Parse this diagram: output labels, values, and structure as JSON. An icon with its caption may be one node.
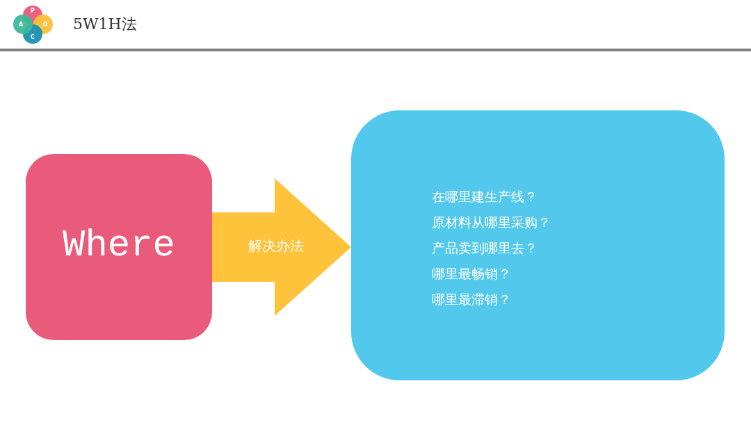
{
  "diagram": {
    "title": "5W1H法",
    "nodes": [
      {
        "text": [
          "Where"
        ]
      },
      {
        "text": [
          "在哪里建生产线？",
          "原材料从哪里采购？",
          "产品卖到哪里去？",
          "哪里最畅销？",
          "哪里最滞销？"
        ]
      }
    ],
    "edges": [
      {
        "from": 0,
        "to": 1,
        "arrow": "to",
        "label": "解决办法"
      }
    ],
    "labels": [
      "P",
      "D",
      "C",
      "A"
    ]
  }
}
